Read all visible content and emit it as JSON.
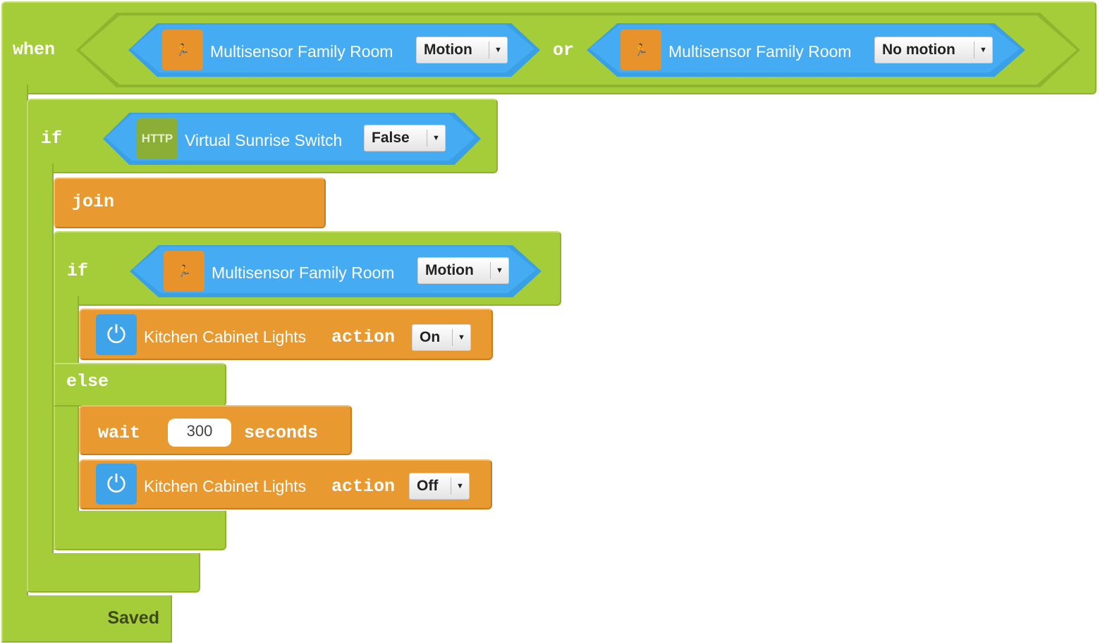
{
  "when_block": {
    "keyword": "when",
    "or_label": "or",
    "cond1": {
      "device": "Multisensor Family Room",
      "value": "Motion",
      "icon": "motion-sensor-icon"
    },
    "cond2": {
      "device": "Multisensor Family Room",
      "value": "No motion",
      "icon": "motion-sensor-icon"
    }
  },
  "if_block": {
    "keyword": "if",
    "cond": {
      "device": "Virtual Sunrise Switch",
      "value": "False",
      "icon": "http-icon",
      "icon_text": "HTTP"
    }
  },
  "join_block": {
    "keyword": "join"
  },
  "inner_if": {
    "keyword": "if",
    "else_keyword": "else",
    "cond": {
      "device": "Multisensor Family Room",
      "value": "Motion",
      "icon": "motion-sensor-icon"
    },
    "then_action": {
      "device": "Kitchen Cabinet Lights",
      "keyword": "action",
      "value": "On",
      "icon": "power-icon"
    },
    "wait": {
      "keyword": "wait",
      "value": "300",
      "unit": "seconds"
    },
    "else_action": {
      "device": "Kitchen Cabinet Lights",
      "keyword": "action",
      "value": "Off",
      "icon": "power-icon"
    }
  },
  "status": "Saved",
  "colors": {
    "green": "#a5cd39",
    "blue": "#45abf2",
    "orange": "#e8992f"
  }
}
